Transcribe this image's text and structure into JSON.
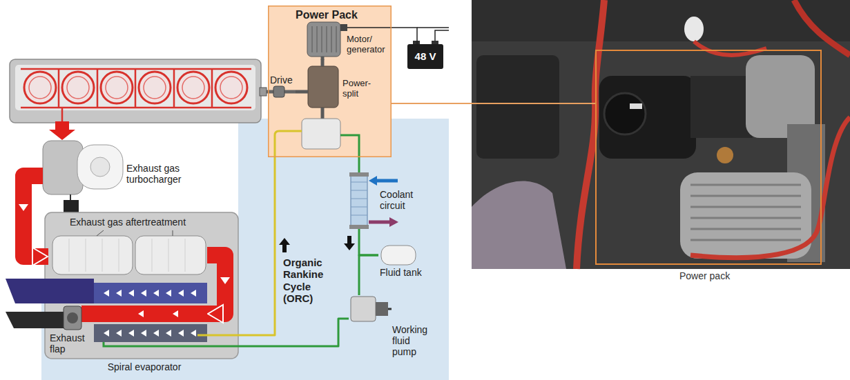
{
  "diagram": {
    "nodes": [
      {
        "text": [
          "Power Pack"
        ]
      },
      {
        "text": [
          "Motor/ generator"
        ],
        "in": 0
      },
      {
        "text": [
          "Drive"
        ],
        "in": 0
      },
      {
        "text": [
          "Power- split"
        ],
        "in": 0
      },
      {
        "text": [
          "48 V"
        ]
      },
      {
        "text": [
          "Exhaust gas turbocharger"
        ]
      },
      {
        "text": [
          "Exhaust gas aftertreatment"
        ]
      },
      {
        "text": [
          "Spiral evaporator"
        ]
      },
      {
        "text": [
          "Exhaust flap"
        ]
      },
      {
        "text": [
          "Coolant circuit"
        ]
      },
      {
        "text": [
          "Fluid tank"
        ]
      },
      {
        "text": [
          "Working fluid pump"
        ]
      },
      {
        "text": [
          "Power pack"
        ]
      }
    ],
    "edges": [
      {
        "from": 5,
        "to": 6,
        "arrow": "to"
      },
      {
        "from": 6,
        "to": 7,
        "arrow": "to"
      },
      {
        "from": 7,
        "to": 0,
        "arrow": "none"
      },
      {
        "from": 0,
        "to": 9,
        "arrow": "none"
      },
      {
        "from": 9,
        "to": 10,
        "arrow": "none"
      },
      {
        "from": 10,
        "to": 11,
        "arrow": "none"
      },
      {
        "from": 11,
        "to": 7,
        "arrow": "none"
      },
      {
        "from": 1,
        "to": 3,
        "arrow": "none"
      },
      {
        "from": 2,
        "to": 3,
        "arrow": "none"
      },
      {
        "from": 1,
        "to": 4,
        "arrow": "none"
      },
      {
        "from": 0,
        "to": 12,
        "arrow": "none"
      }
    ],
    "labels": [
      "Organic Rankine Cycle (ORC)"
    ]
  }
}
